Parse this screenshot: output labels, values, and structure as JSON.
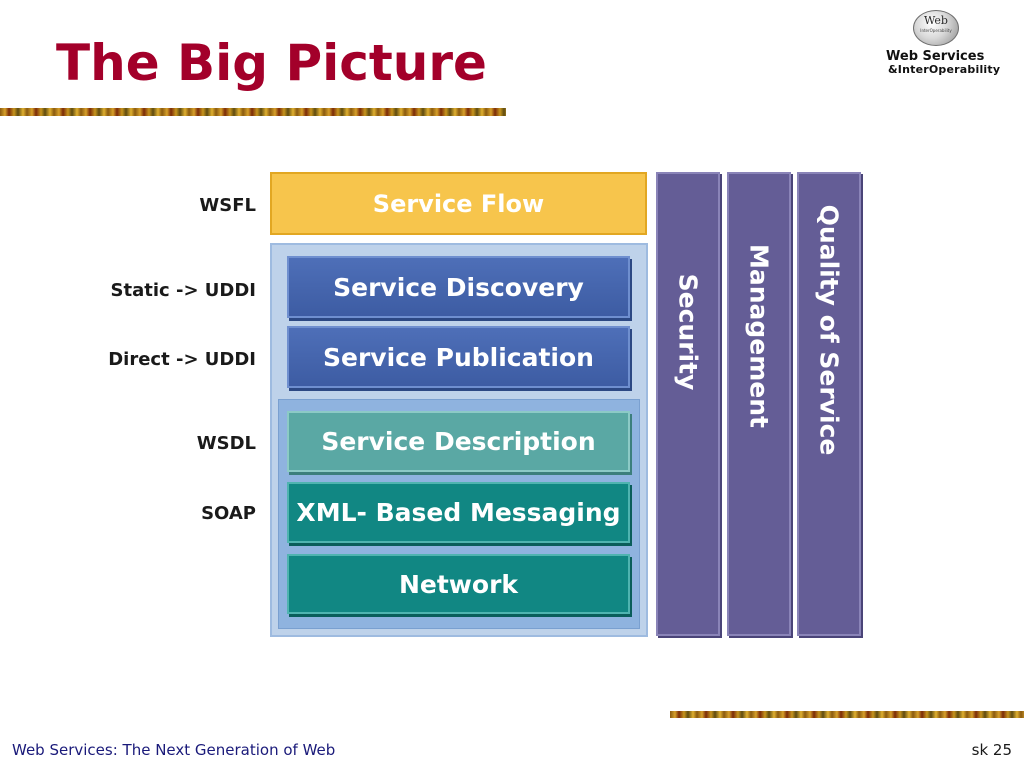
{
  "slide": {
    "title": "The Big Picture"
  },
  "logo": {
    "globe_text": "Web",
    "globe_subtext": "InterOperability",
    "line1": "Web Services",
    "line2": "&InterOperability"
  },
  "diagram": {
    "labels": [
      "WSFL",
      "Static -> UDDI",
      "Direct -> UDDI",
      "WSDL",
      "SOAP"
    ],
    "layers": {
      "service_flow": "Service Flow",
      "service_discovery": "Service Discovery",
      "service_publication": "Service Publication",
      "service_description": "Service Description",
      "xml_messaging": "XML- Based Messaging",
      "network": "Network"
    },
    "pillars": [
      "Security",
      "Management",
      "Quality of Service"
    ],
    "colors": {
      "flow": "#f7c54c",
      "blue_layer": "#4466b0",
      "teal_light_layer": "#5aa8a4",
      "teal_layer": "#118783",
      "pillar": "#645d96"
    }
  },
  "footer": {
    "left": "Web Services: The Next Generation of Web",
    "right": "sk 25"
  }
}
